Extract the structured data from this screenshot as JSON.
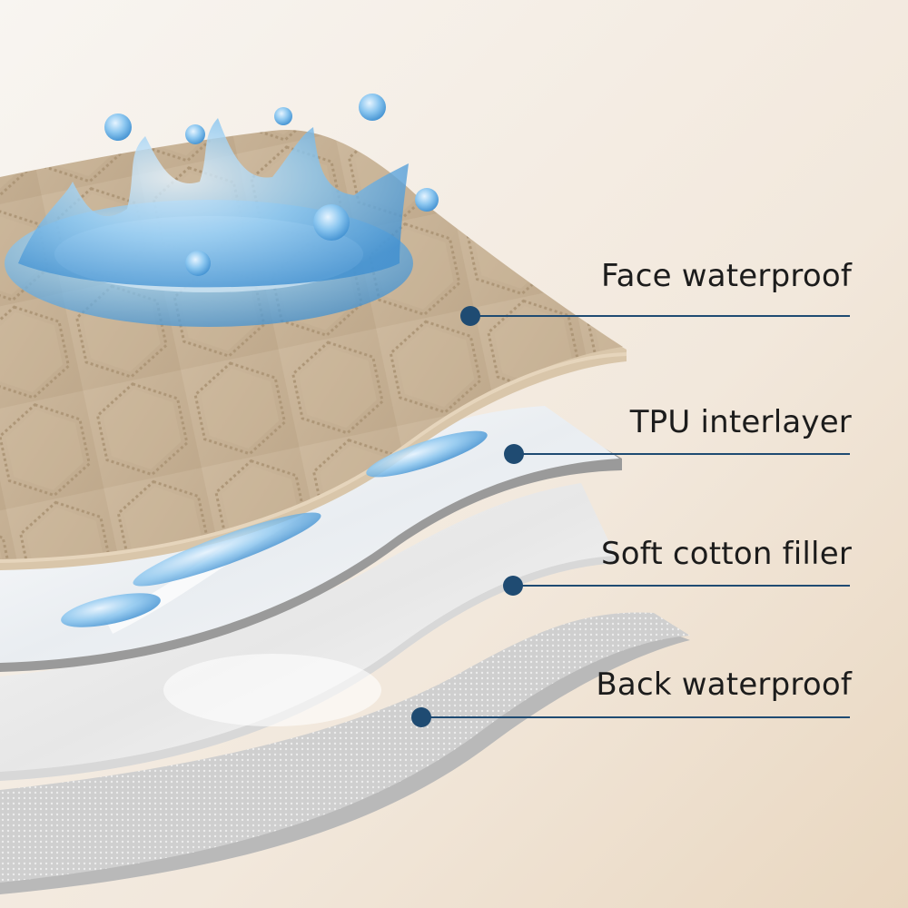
{
  "layers": [
    {
      "id": "face",
      "label": "Face waterproof"
    },
    {
      "id": "tpu",
      "label": "TPU interlayer"
    },
    {
      "id": "cotton",
      "label": "Soft cotton filler"
    },
    {
      "id": "back",
      "label": "Back waterproof"
    }
  ],
  "colors": {
    "background_light": "#f7f3ee",
    "background_warm": "#ecdcc7",
    "face_fabric": "#c9b59b",
    "face_quilt_line": "#b09a7d",
    "tpu": "#eef1f4",
    "cotton": "#f3f3f3",
    "back_fabric": "#c8c8c8",
    "leader_line": "#1f4b72",
    "water": "#6fb3e6"
  },
  "icons": [
    "water-splash-icon",
    "water-droplet-icon",
    "leader-dot-icon"
  ]
}
